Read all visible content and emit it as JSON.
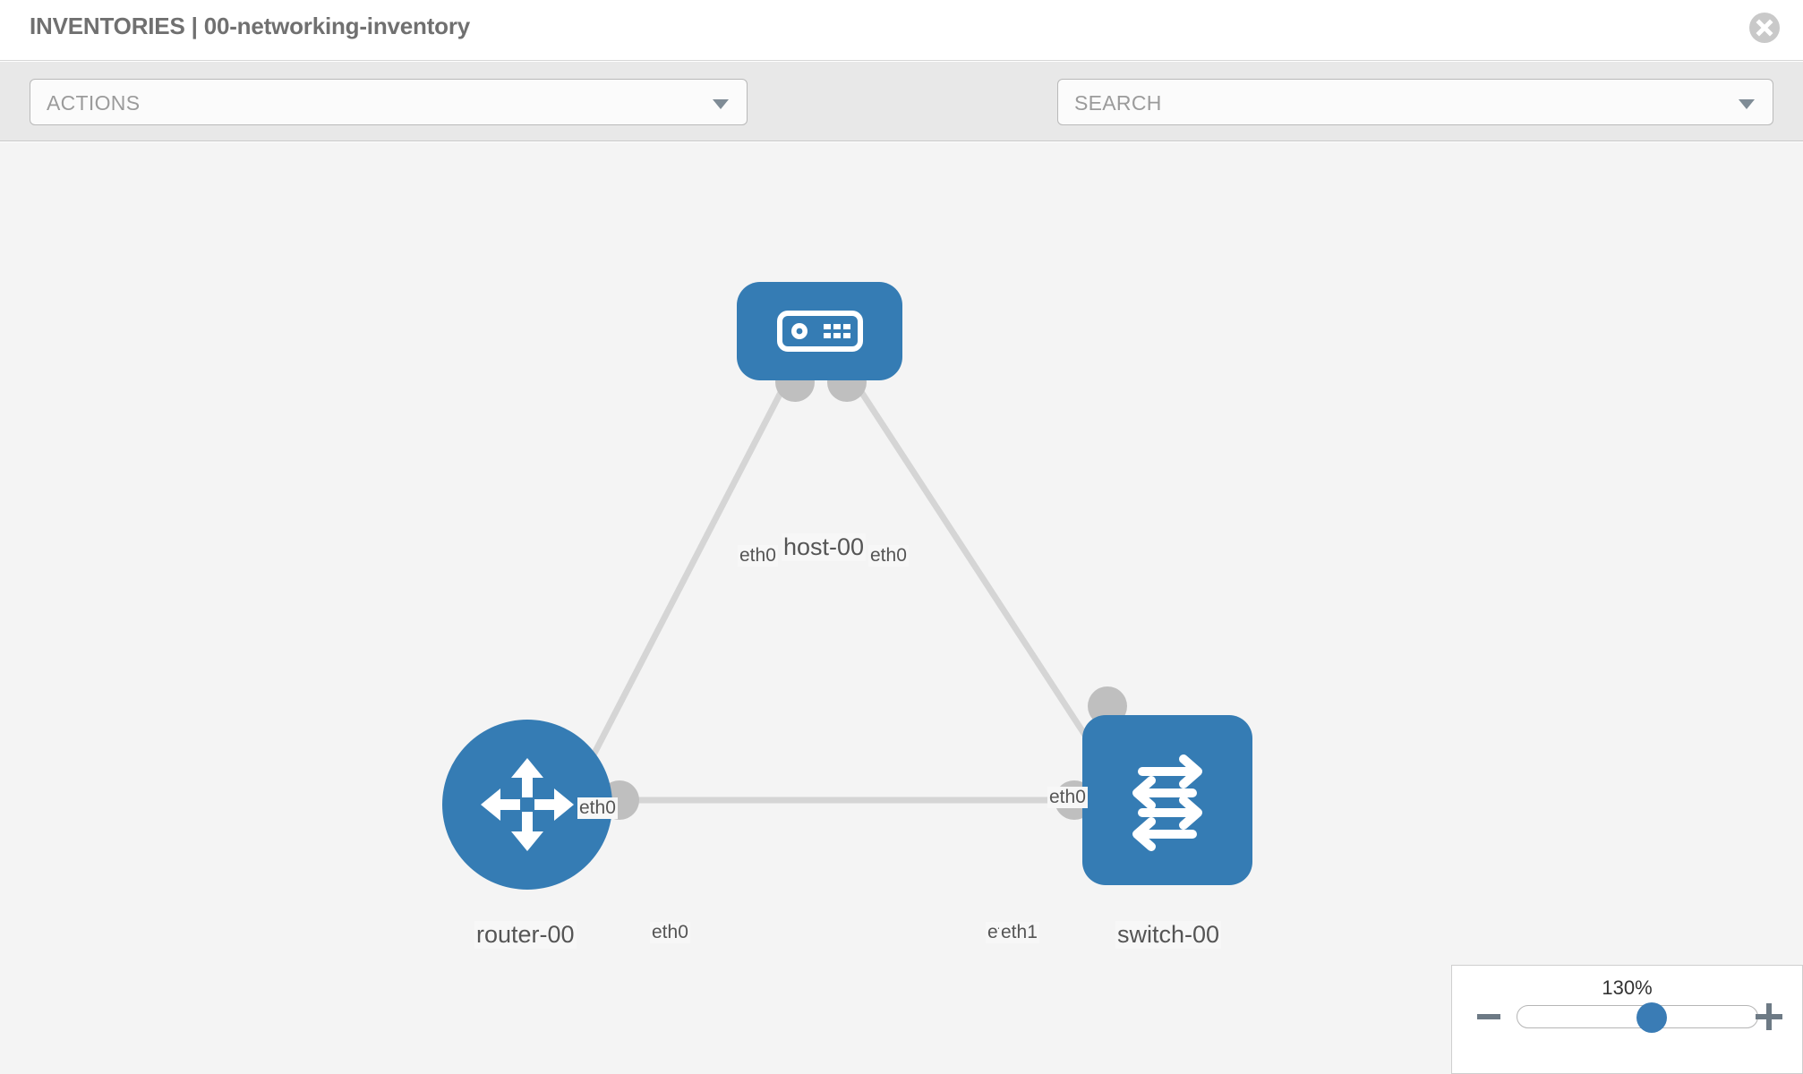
{
  "header": {
    "title": "INVENTORIES | 00-networking-inventory",
    "close_icon": "close-circle-icon"
  },
  "toolbar": {
    "actions_label": "ACTIONS",
    "actions_caret_icon": "chevron-down-icon",
    "wrench_icon": "wrench-icon",
    "key_icon": "key-icon",
    "search_placeholder": "SEARCH",
    "search_caret_icon": "chevron-down-icon"
  },
  "topology": {
    "nodes": [
      {
        "id": "host-00",
        "label": "host-00",
        "type": "host",
        "icon": "server-icon",
        "shape": "rounded-rect",
        "color": "#357cb4"
      },
      {
        "id": "router-00",
        "label": "router-00",
        "type": "router",
        "icon": "router-arrows-icon",
        "shape": "circle",
        "color": "#357cb4"
      },
      {
        "id": "switch-00",
        "label": "switch-00",
        "type": "switch",
        "icon": "switch-arrows-icon",
        "shape": "rounded-square",
        "color": "#357cb4"
      }
    ],
    "links": [
      {
        "from": "host-00",
        "from_port": "eth0",
        "to": "router-00",
        "to_port": "eth0"
      },
      {
        "from": "host-00",
        "from_port": "eth0",
        "to": "switch-00",
        "to_port": "eth0"
      },
      {
        "from": "router-00",
        "from_port": "eth0",
        "to": "switch-00",
        "to_port": "eth1"
      }
    ],
    "port_labels": {
      "host_left": "eth0",
      "host_right": "eth0",
      "router_uplink": "eth0",
      "switch_uplink": "eth0",
      "router_right": "eth0",
      "switch_left_a": "eth0",
      "switch_left_b": "eth1"
    },
    "link_color": "#d5d5d5",
    "connector_color": "#bfbfbf",
    "canvas_background": "#f4f4f4"
  },
  "zoom_control": {
    "value_label": "130%",
    "minus_label": "zoom-out",
    "plus_label": "zoom-in",
    "slider_percent": 60
  }
}
